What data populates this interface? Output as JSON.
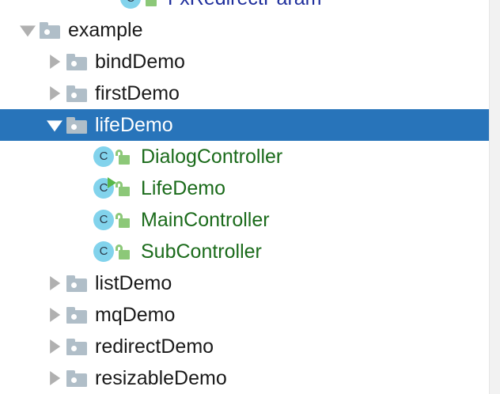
{
  "panel": {
    "name": "project-tree-panel",
    "selection_color": "#2874ba",
    "selection_text_color": "#ffffff",
    "package_text_color": "#1a1a1a",
    "class_text_color": "#1b6b1b",
    "clipped_text_color": "#1f2f9c",
    "folder_icon_color": "#b0bec8",
    "class_icon_color": "#82d3ec",
    "lock_icon_color": "#8cc878",
    "run_marker_color": "#59b84a",
    "arrow_color": "#b0b0b0",
    "scrollbar_track_color": "#f2f2f2"
  },
  "tree": {
    "clipped_top_row": {
      "label": "FxRedirectParam",
      "kind": "class",
      "icon": "class-icon",
      "visibility_icon": "unlocked-padlock-icon",
      "indent": 4,
      "twisty": "none",
      "selected": false,
      "runnable": false
    },
    "rows": [
      {
        "label": "example",
        "kind": "package",
        "icon": "folder-icon",
        "indent": 1,
        "twisty": "expanded",
        "selected": false,
        "runnable": false
      },
      {
        "label": "bindDemo",
        "kind": "package",
        "icon": "folder-icon",
        "indent": 2,
        "twisty": "collapsed",
        "selected": false,
        "runnable": false
      },
      {
        "label": "firstDemo",
        "kind": "package",
        "icon": "folder-icon",
        "indent": 2,
        "twisty": "collapsed",
        "selected": false,
        "runnable": false
      },
      {
        "label": "lifeDemo",
        "kind": "package",
        "icon": "folder-icon",
        "indent": 2,
        "twisty": "expanded",
        "selected": true,
        "runnable": false
      },
      {
        "label": "DialogController",
        "kind": "class",
        "icon": "class-icon",
        "visibility_icon": "unlocked-padlock-icon",
        "indent": 3,
        "twisty": "none",
        "selected": false,
        "runnable": false
      },
      {
        "label": "LifeDemo",
        "kind": "class",
        "icon": "class-icon",
        "visibility_icon": "unlocked-padlock-icon",
        "indent": 3,
        "twisty": "none",
        "selected": false,
        "runnable": true
      },
      {
        "label": "MainController",
        "kind": "class",
        "icon": "class-icon",
        "visibility_icon": "unlocked-padlock-icon",
        "indent": 3,
        "twisty": "none",
        "selected": false,
        "runnable": false
      },
      {
        "label": "SubController",
        "kind": "class",
        "icon": "class-icon",
        "visibility_icon": "unlocked-padlock-icon",
        "indent": 3,
        "twisty": "none",
        "selected": false,
        "runnable": false
      },
      {
        "label": "listDemo",
        "kind": "package",
        "icon": "folder-icon",
        "indent": 2,
        "twisty": "collapsed",
        "selected": false,
        "runnable": false
      },
      {
        "label": "mqDemo",
        "kind": "package",
        "icon": "folder-icon",
        "indent": 2,
        "twisty": "collapsed",
        "selected": false,
        "runnable": false
      },
      {
        "label": "redirectDemo",
        "kind": "package",
        "icon": "folder-icon",
        "indent": 2,
        "twisty": "collapsed",
        "selected": false,
        "runnable": false
      },
      {
        "label": "resizableDemo",
        "kind": "package",
        "icon": "folder-icon",
        "indent": 2,
        "twisty": "collapsed",
        "selected": false,
        "runnable": false
      }
    ]
  },
  "icons": {
    "class_letter": "C"
  }
}
